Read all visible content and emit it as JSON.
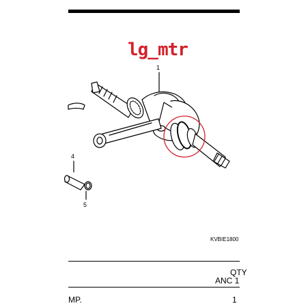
{
  "watermark": "lg_mtr",
  "diagram": {
    "code": "KVBIE1800",
    "callouts": [
      "1",
      "4",
      "5"
    ]
  },
  "table": {
    "header_qty": "QTY",
    "header_anc": "ANC 1",
    "row_desc": "MP.",
    "row_qty": "1"
  },
  "colors": {
    "watermark": "#d3202a",
    "highlight_circle": "#d3202a"
  }
}
